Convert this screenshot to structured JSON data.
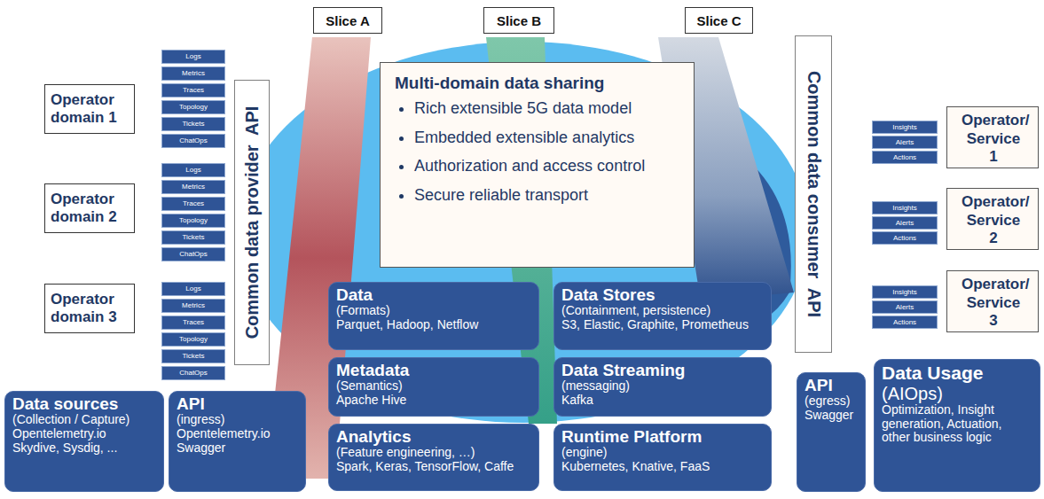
{
  "diagram": {
    "nodes": [
      {
        "text": [
          "Slice A"
        ]
      },
      {
        "text": [
          "Slice B"
        ]
      },
      {
        "text": [
          "Slice C"
        ]
      },
      {
        "text": [
          "Common data provider  API"
        ]
      },
      {
        "text": [
          "Multi-domain data sharing",
          "Rich extensible 5G data model",
          "Embedded extensible analytics",
          "Authorization and access control",
          "Secure reliable transport"
        ]
      },
      {
        "text": [
          "Operator domain 1"
        ]
      },
      {
        "text": [
          "Logs"
        ]
      },
      {
        "text": [
          "Metrics"
        ]
      },
      {
        "text": [
          "Traces"
        ]
      },
      {
        "text": [
          "Topology"
        ]
      },
      {
        "text": [
          "Tickets"
        ]
      },
      {
        "text": [
          "ChatOps"
        ]
      },
      {
        "text": [
          "Operator domain 2"
        ]
      },
      {
        "text": [
          "Logs"
        ]
      },
      {
        "text": [
          "Metrics"
        ]
      },
      {
        "text": [
          "Traces"
        ]
      },
      {
        "text": [
          "Topology"
        ]
      },
      {
        "text": [
          "Tickets"
        ]
      },
      {
        "text": [
          "ChatOps"
        ]
      },
      {
        "text": [
          "Operator domain 3"
        ]
      },
      {
        "text": [
          "Logs"
        ]
      },
      {
        "text": [
          "Metrics"
        ]
      },
      {
        "text": [
          "Traces"
        ]
      },
      {
        "text": [
          "Topology"
        ]
      },
      {
        "text": [
          "Tickets"
        ]
      },
      {
        "text": [
          "ChatOps"
        ]
      },
      {
        "text": [
          "Data",
          "(Formats)",
          "Parquet, Hadoop, Netflow"
        ]
      },
      {
        "text": [
          "Metadata",
          "(Semantics)",
          "Apache Hive"
        ]
      },
      {
        "text": [
          "Analytics",
          "(Feature engineering, …)",
          "Spark, Keras, TensorFlow, Caffe"
        ]
      },
      {
        "text": [
          "Data Stores",
          "(Containment, persistence)",
          "S3, Elastic, Graphite, Prometheus"
        ]
      },
      {
        "text": [
          "Data Streaming",
          "(messaging)",
          "Kafka"
        ]
      },
      {
        "text": [
          "Runtime Platform",
          "(engine)",
          "Kubernetes, Knative, FaaS"
        ]
      },
      {
        "text": [
          "Data sources",
          "(Collection / Capture)",
          "Opentelemetry.io",
          "Skydive, Sysdig, ..."
        ]
      },
      {
        "text": [
          "API",
          "(ingress)",
          "Opentelemetry.io",
          "Swagger"
        ]
      },
      {
        "text": [
          "Common data consumer  API"
        ]
      },
      {
        "text": [
          "Insights"
        ]
      },
      {
        "text": [
          "Alerts"
        ]
      },
      {
        "text": [
          "Actions"
        ]
      },
      {
        "text": [
          "Operator/ Service 1"
        ]
      },
      {
        "text": [
          "Insights"
        ]
      },
      {
        "text": [
          "Alerts"
        ]
      },
      {
        "text": [
          "Actions"
        ]
      },
      {
        "text": [
          "Operator/ Service 2"
        ]
      },
      {
        "text": [
          "Insights"
        ]
      },
      {
        "text": [
          "Alerts"
        ]
      },
      {
        "text": [
          "Actions"
        ]
      },
      {
        "text": [
          "Operator/ Service 3"
        ]
      },
      {
        "text": [
          "API",
          "(egress)",
          "Swagger"
        ]
      },
      {
        "text": [
          "Data Usage",
          "(AIOps)",
          "Optimization, Insight generation, Actuation, other business logic"
        ]
      }
    ]
  }
}
